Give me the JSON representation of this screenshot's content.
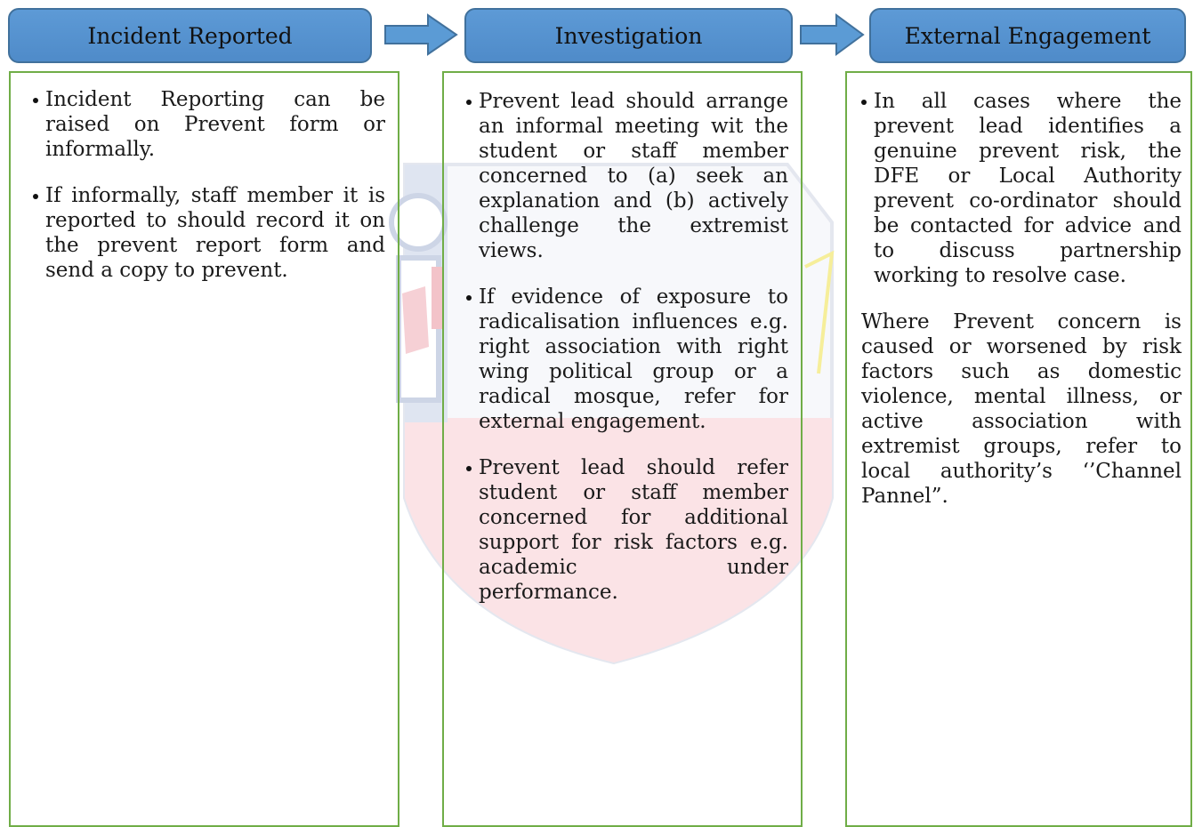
{
  "headers": {
    "incident": "Incident Reported",
    "investigation": "Investigation",
    "external": "External Engagement"
  },
  "incident_reported": {
    "bullets": [
      "Incident Reporting can be raised on Prevent form or informally.",
      "If informally, staff member it is reported to should record it on the prevent report form and send a copy to prevent."
    ]
  },
  "investigation": {
    "bullets": [
      "Prevent lead should arrange an informal meeting wit the student or staff member concerned to (a) seek an explanation and (b) actively challenge the extremist views.",
      "If evidence of exposure to radicalisation influences e.g. right association with right wing political group or a radical mosque, refer for external engagement.",
      "Prevent lead should refer student or staff member concerned for additional support for risk factors e.g. academic under performance."
    ]
  },
  "external_engagement": {
    "bullets": [
      "In all cases where the prevent lead identifies a genuine prevent risk, the DFE or Local Authority prevent co-ordinator should be contacted for advice and to discuss partnership working to resolve case."
    ],
    "paragraph": "Where Prevent concern is caused or worsened by risk factors such as domestic violence, mental illness, or active association with extremist groups, refer to local authority’s ‘’Channel Pannel”."
  },
  "colors": {
    "header_fill": "#5b9bd5",
    "header_border": "#41719c",
    "box_border": "#70ad47",
    "watermark_red": "#f7d4d8",
    "watermark_blue": "#dde3ef"
  }
}
